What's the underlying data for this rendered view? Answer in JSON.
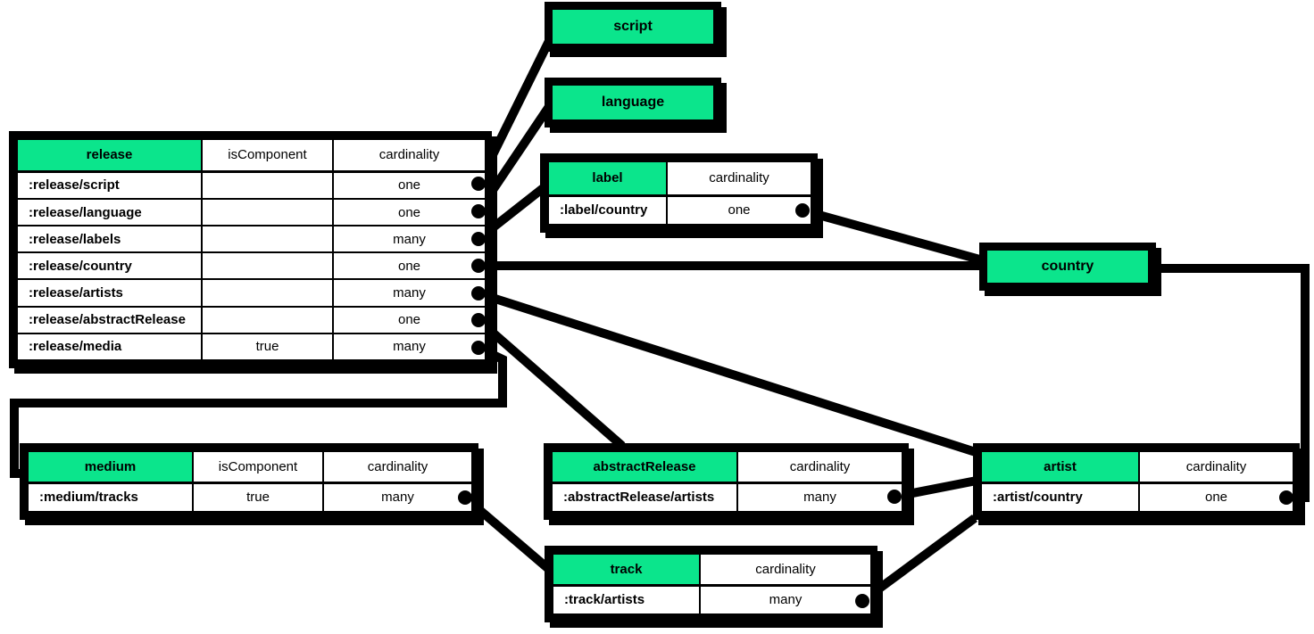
{
  "diagram": {
    "accent_color": "#0BE58C",
    "line_color": "#000000",
    "entities": [
      {
        "id": "release",
        "title": "release",
        "columns": [
          "isComponent",
          "cardinality"
        ],
        "rows": [
          {
            "name": ":release/script",
            "values": {
              "isComponent": "",
              "cardinality": "one"
            }
          },
          {
            "name": ":release/language",
            "values": {
              "isComponent": "",
              "cardinality": "one"
            }
          },
          {
            "name": ":release/labels",
            "values": {
              "isComponent": "",
              "cardinality": "many"
            }
          },
          {
            "name": ":release/country",
            "values": {
              "isComponent": "",
              "cardinality": "one"
            }
          },
          {
            "name": ":release/artists",
            "values": {
              "isComponent": "",
              "cardinality": "many"
            }
          },
          {
            "name": ":release/abstractRelease",
            "values": {
              "isComponent": "",
              "cardinality": "one"
            }
          },
          {
            "name": ":release/media",
            "values": {
              "isComponent": "true",
              "cardinality": "many"
            }
          }
        ]
      },
      {
        "id": "script",
        "title": "script",
        "columns": [],
        "rows": []
      },
      {
        "id": "language",
        "title": "language",
        "columns": [],
        "rows": []
      },
      {
        "id": "label",
        "title": "label",
        "columns": [
          "cardinality"
        ],
        "rows": [
          {
            "name": ":label/country",
            "values": {
              "cardinality": "one"
            }
          }
        ]
      },
      {
        "id": "country",
        "title": "country",
        "columns": [],
        "rows": []
      },
      {
        "id": "medium",
        "title": "medium",
        "columns": [
          "isComponent",
          "cardinality"
        ],
        "rows": [
          {
            "name": ":medium/tracks",
            "values": {
              "isComponent": "true",
              "cardinality": "many"
            }
          }
        ]
      },
      {
        "id": "abstractRelease",
        "title": "abstractRelease",
        "columns": [
          "cardinality"
        ],
        "rows": [
          {
            "name": ":abstractRelease/artists",
            "values": {
              "cardinality": "many"
            }
          }
        ]
      },
      {
        "id": "artist",
        "title": "artist",
        "columns": [
          "cardinality"
        ],
        "rows": [
          {
            "name": ":artist/country",
            "values": {
              "cardinality": "one"
            }
          }
        ]
      },
      {
        "id": "track",
        "title": "track",
        "columns": [
          "cardinality"
        ],
        "rows": [
          {
            "name": ":track/artists",
            "values": {
              "cardinality": "many"
            }
          }
        ]
      }
    ],
    "relationships": [
      {
        "from": ":release/script",
        "to": "script"
      },
      {
        "from": ":release/language",
        "to": "language"
      },
      {
        "from": ":release/labels",
        "to": "label"
      },
      {
        "from": ":release/country",
        "to": "country"
      },
      {
        "from": ":release/artists",
        "to": "artist"
      },
      {
        "from": ":release/abstractRelease",
        "to": "abstractRelease"
      },
      {
        "from": ":release/media",
        "to": "medium"
      },
      {
        "from": ":label/country",
        "to": "country"
      },
      {
        "from": ":medium/tracks",
        "to": "track"
      },
      {
        "from": ":abstractRelease/artists",
        "to": "artist"
      },
      {
        "from": ":artist/country",
        "to": "country"
      },
      {
        "from": ":track/artists",
        "to": "artist"
      }
    ]
  }
}
